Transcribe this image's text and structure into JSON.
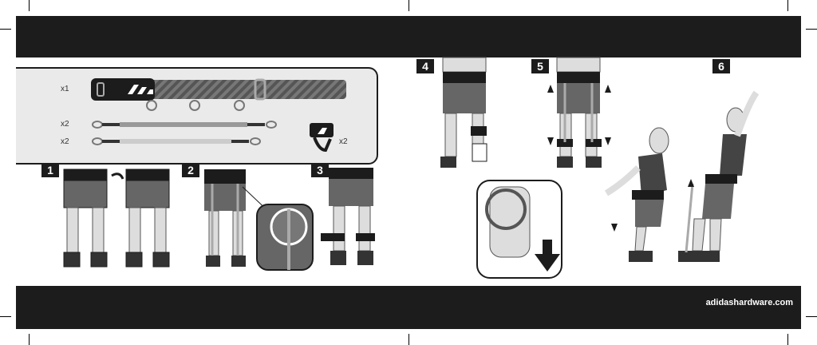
{
  "website": "adidashardware.com",
  "contents": {
    "belt_qty": "x1",
    "cord_long_qty": "x2",
    "cord_short_qty": "x2",
    "ankle_strap_qty": "x2"
  },
  "steps": [
    "1",
    "2",
    "3",
    "4",
    "5",
    "6"
  ]
}
